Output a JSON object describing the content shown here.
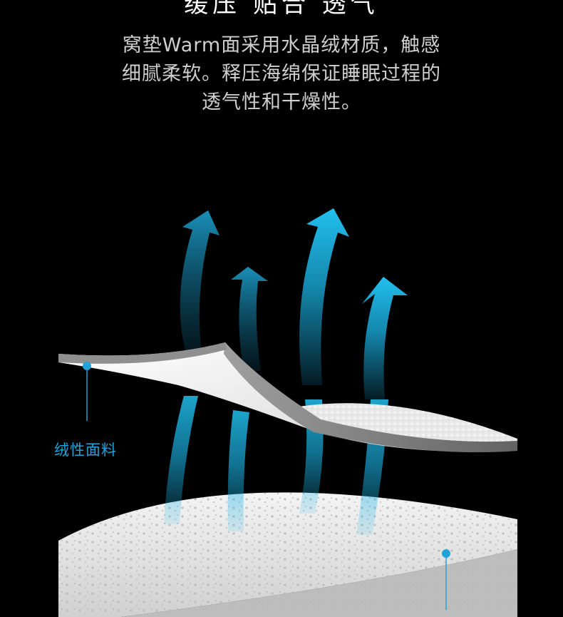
{
  "headline": "缓压 贴合 透气",
  "description": {
    "lines": [
      "窝垫Warm面采用水晶绒材质，触感",
      "细腻柔软。释压海绵保证睡眠过程的",
      "透气性和干燥性。"
    ]
  },
  "callouts": [
    {
      "label": "绒性面料"
    }
  ],
  "colors": {
    "background": "#000000",
    "accent": "#1fa3d9",
    "arrow": "#1bb4e6"
  }
}
